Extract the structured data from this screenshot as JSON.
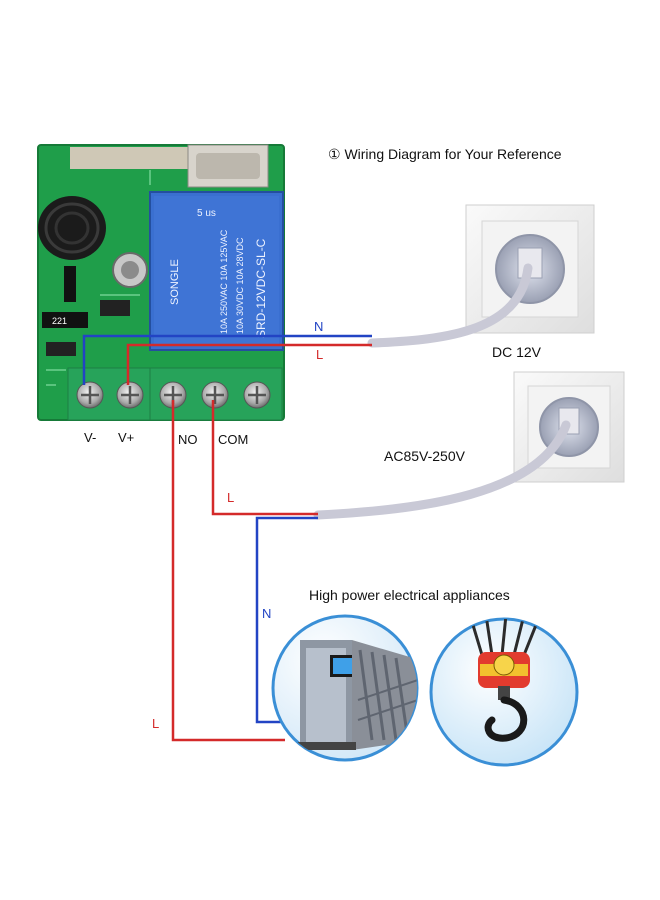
{
  "header": {
    "title": "① Wiring Diagram for Your Reference"
  },
  "terminals": {
    "v_minus": "V-",
    "v_plus": "V+",
    "no": "NO",
    "com": "COM"
  },
  "relay": {
    "brand": "SONGLE",
    "model": "SRD-12VDC-SL-C",
    "rating1": "10A 250VAC 10A 125VAC",
    "rating2": "10A 30VDC 10A 28VDC",
    "mark": "5 us"
  },
  "board_marking": "221",
  "sources": {
    "dc": "DC 12V",
    "ac": "AC85V-250V"
  },
  "wire_labels": {
    "n_top": "N",
    "l_top": "L",
    "l_com": "L",
    "n_mid": "N",
    "l_bottom": "L"
  },
  "appliances": {
    "caption": "High power electrical appliances"
  },
  "colors": {
    "live": "#d42a2a",
    "neutral": "#2244c4",
    "board": "#1f9e4a",
    "relay": "#3a6fd0",
    "terminal": "#27a35a",
    "cable": "#c9c9d6"
  }
}
